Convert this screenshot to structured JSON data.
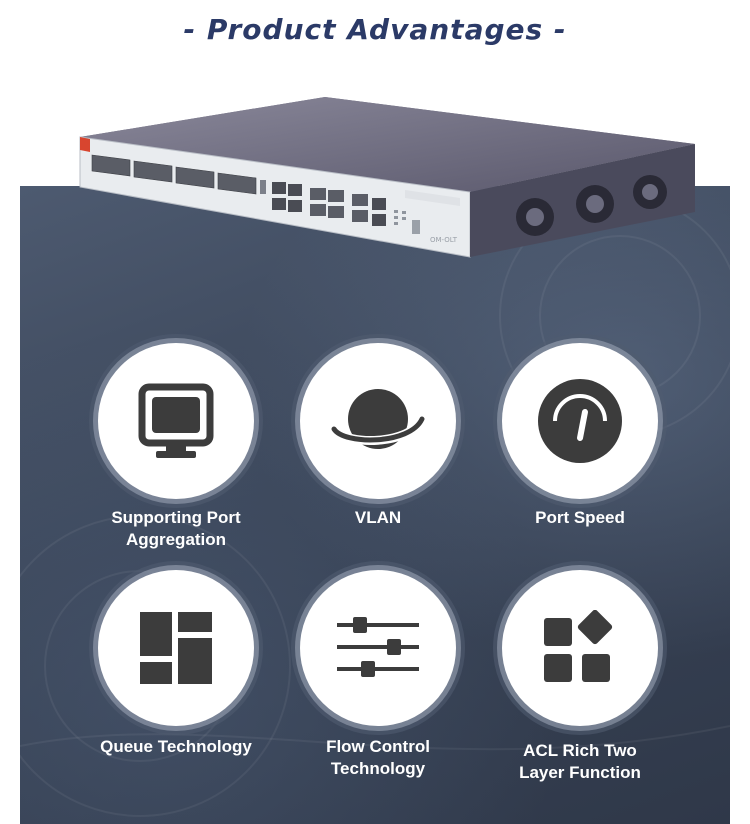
{
  "header": {
    "title": "- Product Advantages -"
  },
  "device": {
    "model": "OM-OLT"
  },
  "features": [
    {
      "label": "Supporting Port\nAggregation",
      "icon": "monitor-icon"
    },
    {
      "label": "VLAN",
      "icon": "planet-icon"
    },
    {
      "label": "Port Speed",
      "icon": "speedometer-icon"
    },
    {
      "label": "Queue Technology",
      "icon": "layout-grid-icon"
    },
    {
      "label": "Flow Control\nTechnology",
      "icon": "sliders-icon"
    },
    {
      "label": "ACL Rich Two\nLayer Function",
      "icon": "apps-icon"
    }
  ],
  "colors": {
    "title": "#2b3a67",
    "panel": "#3a4558",
    "icon": "#3c3c3c",
    "label": "#ffffff"
  }
}
